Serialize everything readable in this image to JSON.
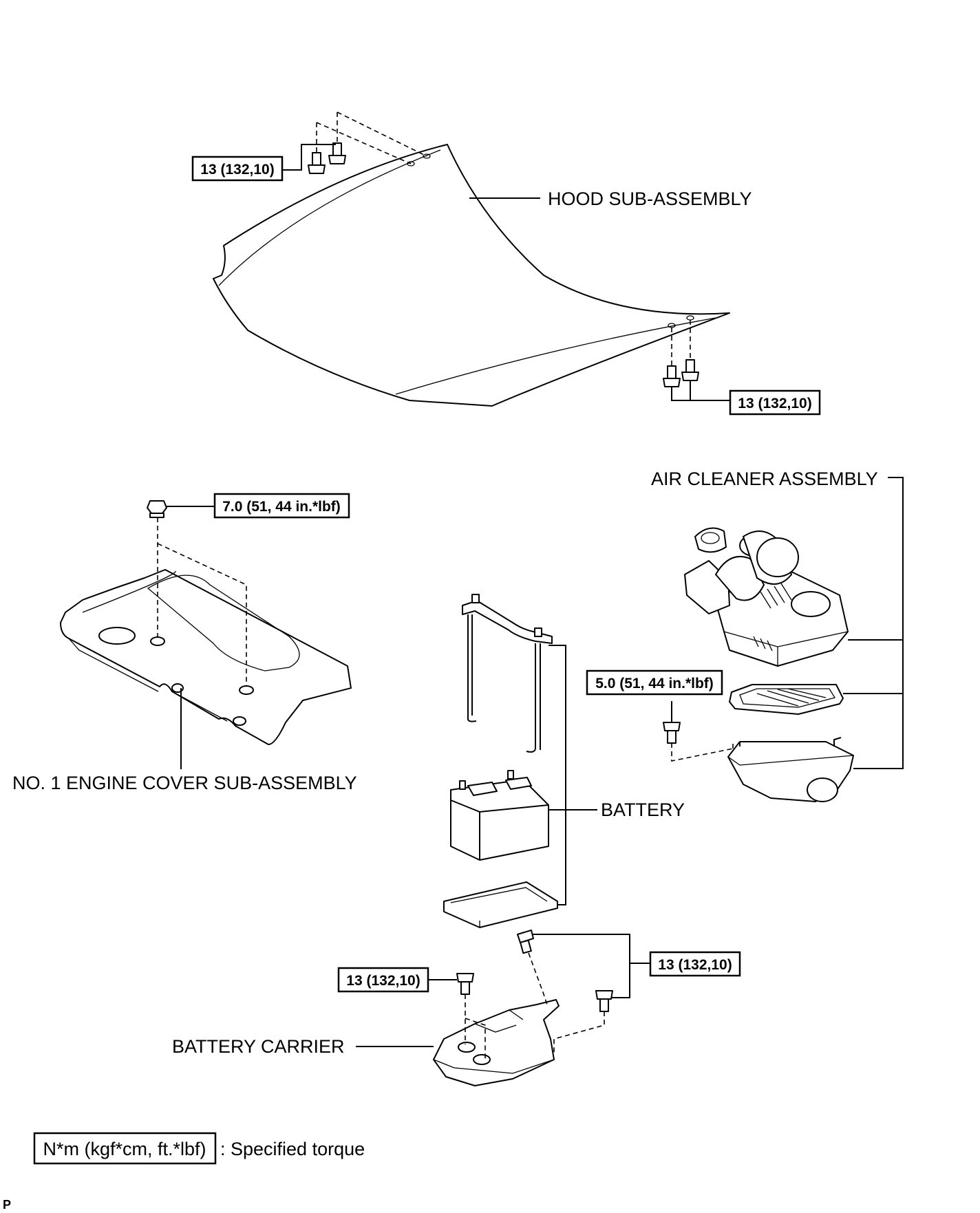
{
  "labels": {
    "hood": "HOOD SUB-ASSEMBLY",
    "air_cleaner": "AIR CLEANER ASSEMBLY",
    "engine_cover": "NO. 1 ENGINE COVER SUB-ASSEMBLY",
    "battery": "BATTERY",
    "battery_carrier": "BATTERY CARRIER"
  },
  "torques": {
    "hood_left": "13 (132,10)",
    "hood_right": "13 (132,10)",
    "engine_cover": "7.0 (51, 44 in.*lbf)",
    "air_cleaner": "5.0 (51, 44 in.*lbf)",
    "carrier_left": "13 (132,10)",
    "carrier_right": "13 (132,10)"
  },
  "legend": {
    "unit": "N*m (kgf*cm, ft.*lbf)",
    "description": ": Specified torque"
  },
  "corner_mark": "P"
}
